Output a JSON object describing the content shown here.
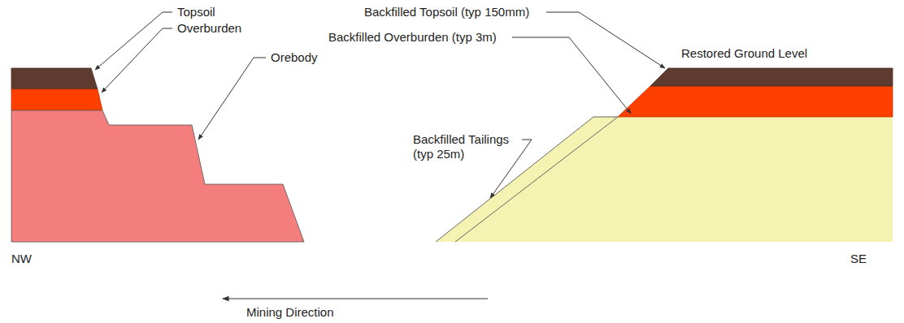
{
  "diagram": {
    "labels": [
      "Topsoil",
      "Overburden",
      "Orebody",
      "Backfilled Topsoil (typ 150mm)",
      "Backfilled Overburden (typ 3m)",
      "Restored Ground Level",
      "Backfilled Tailings (typ 25m)",
      "NW",
      "SE",
      "Mining Direction"
    ]
  }
}
